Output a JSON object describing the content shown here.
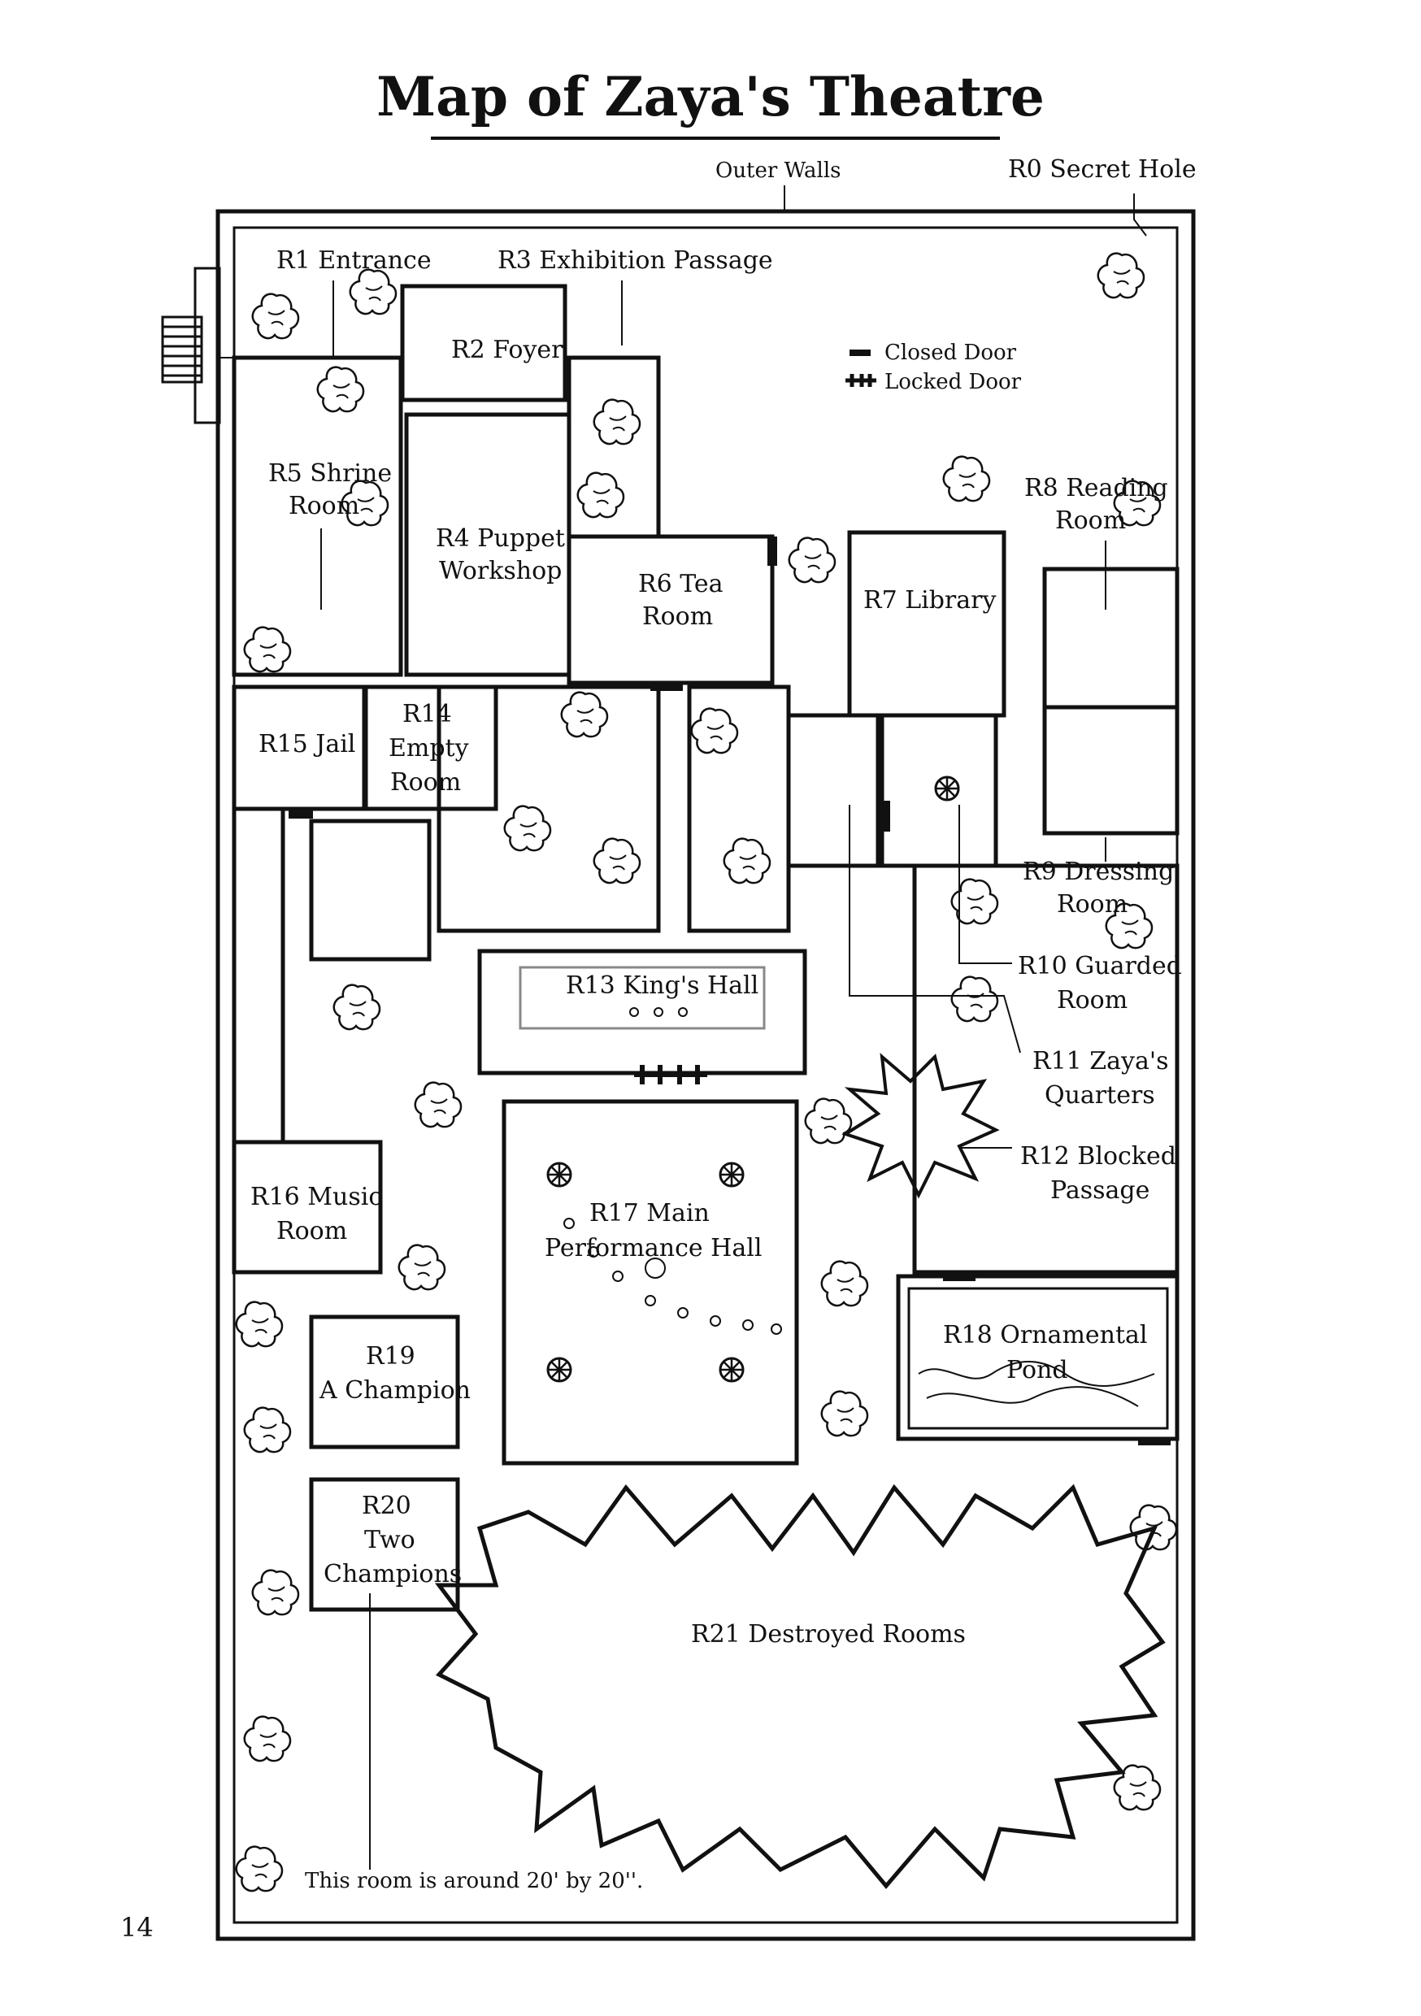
{
  "title": "Map of Zaya's Theatre",
  "page_number": "14",
  "legend": {
    "closed_door": "Closed Door",
    "locked_door": "Locked Door"
  },
  "callouts": {
    "outer_walls": "Outer Walls",
    "secret_hole": "R0 Secret Hole",
    "scale_note": "This room is around 20' by 20''."
  },
  "rooms": {
    "r1": [
      "R1 Entrance"
    ],
    "r2": [
      "R2 Foyer"
    ],
    "r3": [
      "R3 Exhibition Passage"
    ],
    "r4": [
      "R4 Puppet",
      "Workshop"
    ],
    "r5": [
      "R5 Shrine",
      "Room"
    ],
    "r6": [
      "R6 Tea",
      "Room"
    ],
    "r7": [
      "R7 Library"
    ],
    "r8": [
      "R8 Reading",
      "Room"
    ],
    "r9": [
      "R9 Dressing",
      "Room"
    ],
    "r10": [
      "R10 Guarded",
      "Room"
    ],
    "r11": [
      "R11 Zaya's",
      "Quarters"
    ],
    "r12": [
      "R12 Blocked",
      "Passage"
    ],
    "r13": [
      "R13 King's Hall"
    ],
    "r14": [
      "R14",
      "Empty",
      "Room"
    ],
    "r15": [
      "R15 Jail"
    ],
    "r16": [
      "R16 Music",
      "Room"
    ],
    "r17": [
      "R17 Main",
      "Performance Hall"
    ],
    "r18": [
      "R18 Ornamental",
      "Pond"
    ],
    "r19": [
      "R19",
      "A Champion"
    ],
    "r20": [
      "R20",
      "Two",
      "Champions"
    ],
    "r21": [
      "R21 Destroyed Rooms"
    ]
  },
  "colors": {
    "ink": "#111111",
    "paper": "#ffffff",
    "wall_fill": "#ffffff",
    "grey_line": "#888888"
  },
  "icons": [
    "tree-icon",
    "candle-icon",
    "stage-wheel-icon",
    "rubble-icon",
    "stairs-icon"
  ]
}
